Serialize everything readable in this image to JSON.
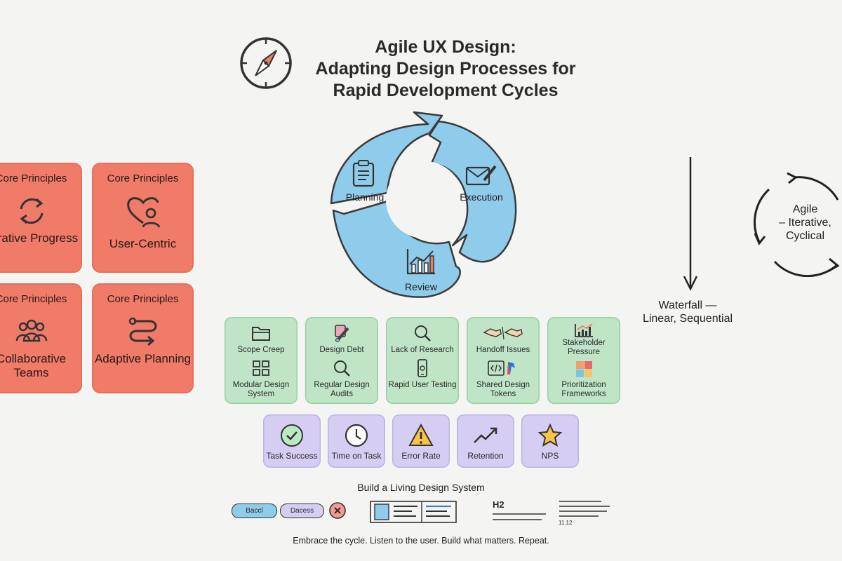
{
  "title": {
    "line1": "Agile UX Design:",
    "line2": "Adapting Design Processes for",
    "line3": "Rapid Development Cycles"
  },
  "icons": {
    "title": "compass-icon",
    "planning": "clipboard-icon",
    "execution": "pencil-envelope-icon",
    "review": "bar-chart-icon"
  },
  "cycle": {
    "segments": [
      "Planning",
      "Execution",
      "Review"
    ]
  },
  "core_principles": [
    {
      "heading": "Core Principles",
      "label": "Iterative Progress",
      "icon": "refresh-icon"
    },
    {
      "heading": "Core Principles",
      "label": "User-Centric",
      "icon": "heart-user-icon"
    },
    {
      "heading": "Core Principles",
      "label": "Collaborative Teams",
      "icon": "team-icon"
    },
    {
      "heading": "Core Principles",
      "label": "Adaptive Planning",
      "icon": "winding-path-icon"
    }
  ],
  "challenges": [
    {
      "problem": "Scope Creep",
      "problem_icon": "folder-icon",
      "solution": "Modular Design System",
      "solution_icon": "modules-icon"
    },
    {
      "problem": "Design Debt",
      "problem_icon": "paint-brush-icon",
      "solution": "Regular Design Audits",
      "solution_icon": "magnifier-icon"
    },
    {
      "problem": "Lack of Research",
      "problem_icon": "search-icon",
      "solution": "Rapid User Testing",
      "solution_icon": "phone-icon"
    },
    {
      "problem": "Handoff Issues",
      "problem_icon": "handshake-icon",
      "solution": "Shared Design Tokens",
      "solution_icon": "code-icon"
    },
    {
      "problem": "Stakeholder Pressure",
      "problem_icon": "chart-up-icon",
      "solution": "Prioritization Frameworks",
      "solution_icon": "quadrant-icon"
    }
  ],
  "metrics": [
    {
      "label": "Task Success",
      "icon": "check-circle-icon"
    },
    {
      "label": "Time on Task",
      "icon": "clock-icon"
    },
    {
      "label": "Error Rate",
      "icon": "warning-icon"
    },
    {
      "label": "Retention",
      "icon": "trend-up-icon"
    },
    {
      "label": "NPS",
      "icon": "star-icon"
    }
  ],
  "comparison": {
    "waterfall_line1": "Waterfall —",
    "waterfall_line2": "Linear, Sequential",
    "agile_line1": "Agile",
    "agile_line2": "– Iterative,",
    "agile_line3": "Cyclical"
  },
  "design_system": {
    "title": "Build a Living Design System",
    "button1": "Baccl",
    "button2": "Dacess",
    "heading_sample": "H2",
    "small_sample": "11.12"
  },
  "footer": "Embrace the cycle. Listen to the user. Build what matters. Repeat.",
  "colors": {
    "core": "#ef7b68",
    "challenge": "#bfe5c6",
    "metric": "#d5cdf2",
    "cycle": "#8fcbeb",
    "background": "#f4f4f2"
  }
}
